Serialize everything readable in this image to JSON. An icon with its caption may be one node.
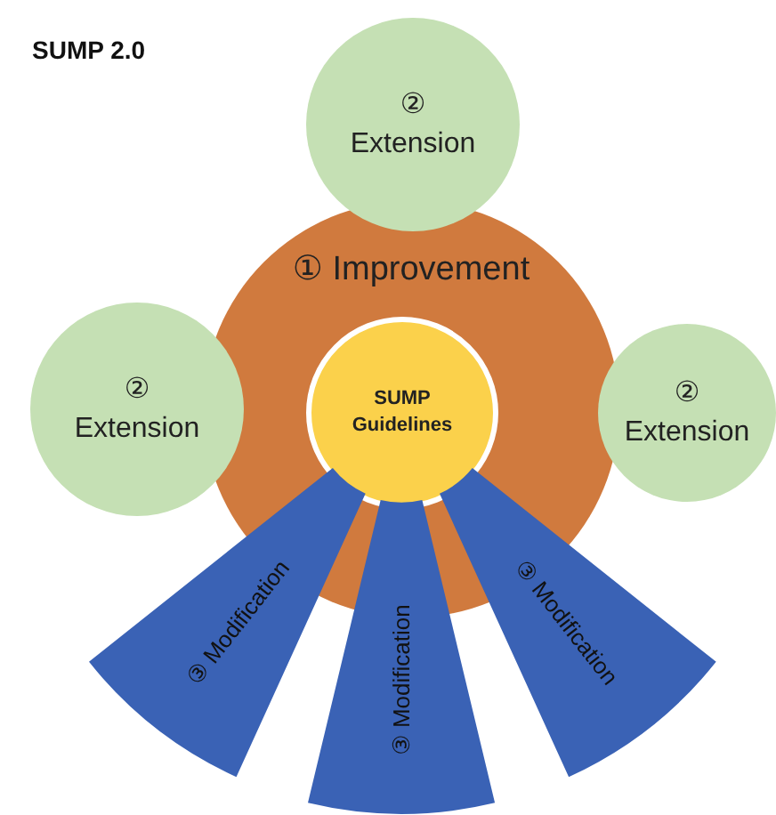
{
  "diagram": {
    "title": "SUMP 2.0",
    "nodes": [
      {
        "text": [
          "① Improvement"
        ]
      },
      {
        "text": [
          "SUMP Guidelines"
        ],
        "in": 0
      },
      {
        "text": [
          "② Extension"
        ]
      },
      {
        "text": [
          "② Extension"
        ]
      },
      {
        "text": [
          "② Extension"
        ]
      },
      {
        "text": [
          "③ Modification"
        ]
      },
      {
        "text": [
          "③ Modification"
        ]
      },
      {
        "text": [
          "③ Modification"
        ]
      }
    ],
    "edges": []
  }
}
